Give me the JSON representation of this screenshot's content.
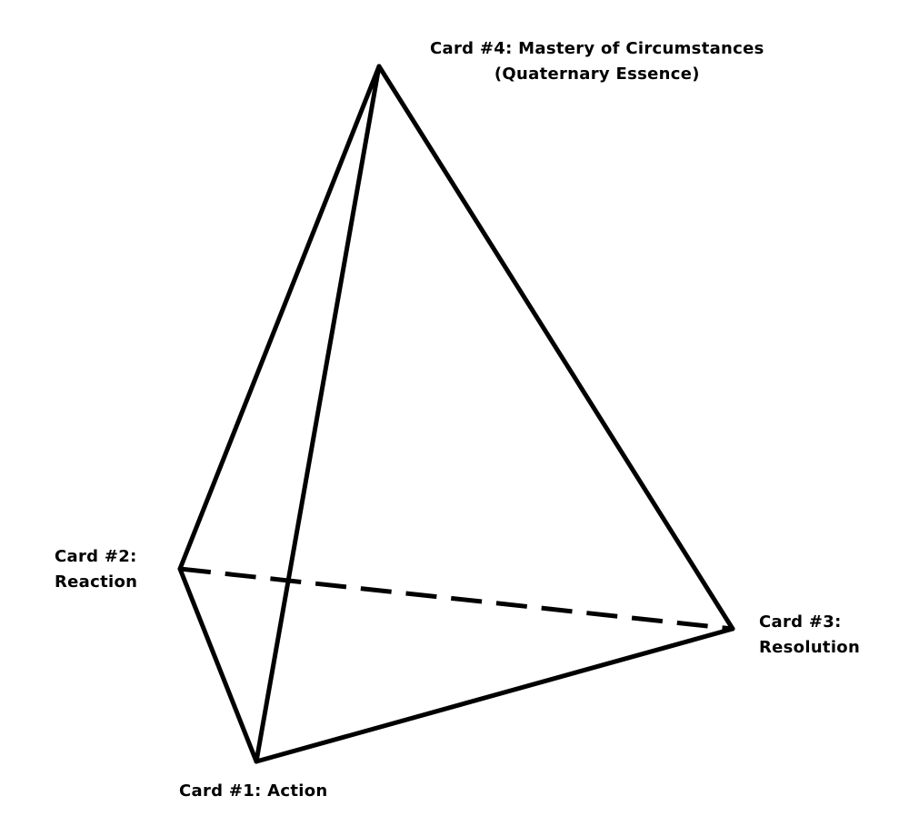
{
  "title": "Tetrahedron of four cards",
  "labels": {
    "card4_line1": "Card #4: Mastery of Circumstances",
    "card4_line2": "(Quaternary Essence)",
    "card2_line1": "Card #2:",
    "card2_line2": "Reaction",
    "card3_line1": "Card #3:",
    "card3_line2": "Resolution",
    "card1": "Card #1: Action"
  },
  "colors": {
    "line": "#000000",
    "background": "#ffffff"
  }
}
